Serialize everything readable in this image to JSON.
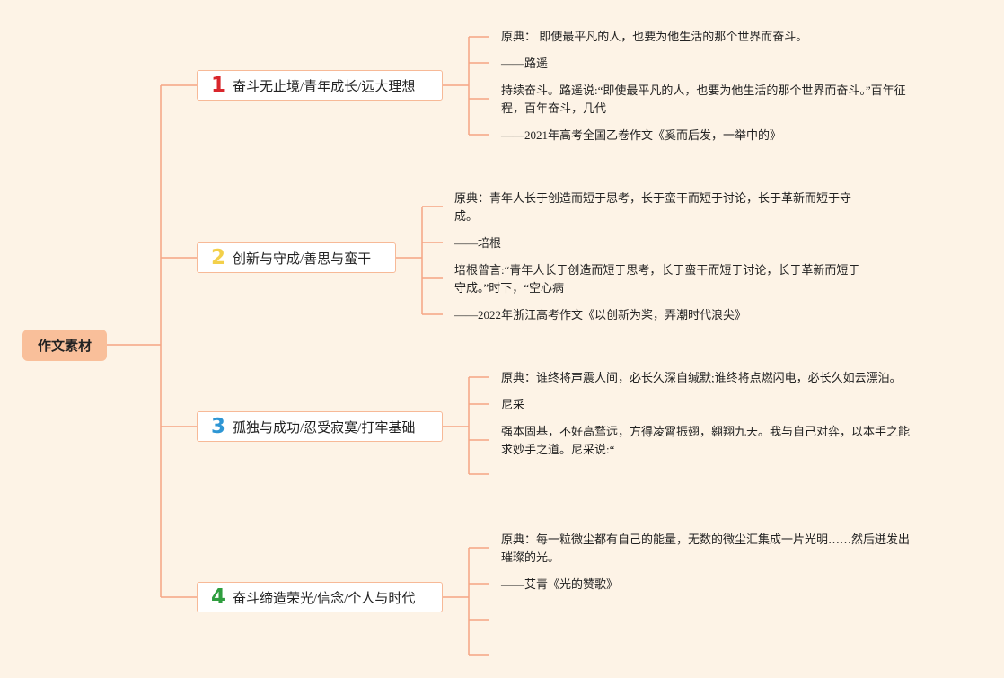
{
  "root": {
    "label": "作文素材"
  },
  "branches": [
    {
      "number": "1",
      "number_color": "#d9262c",
      "label": "奋斗无止境/青年成长/远大理想",
      "leaves": [
        {
          "lines": [
            "原典： 即使最平凡的人，也要为他生活的那个世界而奋斗。"
          ]
        },
        {
          "lines": [
            "——路遥"
          ]
        },
        {
          "lines": [
            "持续奋斗。路遥说:“即使最平凡的人，也要为他生活的那个世界而奋斗。”百年征",
            "程，百年奋斗，几代"
          ]
        },
        {
          "lines": [
            "——2021年高考全国乙卷作文《奚而后发，一举中的》"
          ]
        }
      ]
    },
    {
      "number": "2",
      "number_color": "#f3d04a",
      "label": "创新与守成/善思与蛮干",
      "leaves": [
        {
          "lines": [
            "原典：青年人长于创造而短于思考，长于蛮干而短于讨论，长于革新而短于守",
            "成。"
          ]
        },
        {
          "lines": [
            "——培根"
          ]
        },
        {
          "lines": [
            "培根曾言:“青年人长于创造而短于思考，长于蛮干而短于讨论，长于革新而短于",
            "守成。”时下，“空心病"
          ]
        },
        {
          "lines": [
            "——2022年浙江高考作文《以创新为桨，弄潮时代浪尖》"
          ]
        }
      ]
    },
    {
      "number": "3",
      "number_color": "#2e96d4",
      "label": "孤独与成功/忍受寂寞/打牢基础",
      "leaves": [
        {
          "lines": [
            "原典：谁终将声震人间，必长久深自缄默;谁终将点燃闪电，必长久如云漂泊。"
          ]
        },
        {
          "lines": [
            "尼采"
          ]
        },
        {
          "lines": [
            "强本固基，不好高骛远，方得凌霄振翅，翱翔九天。我与自己对弈，以本手之能",
            "求妙手之道。尼采说:“"
          ]
        },
        {
          "lines": []
        }
      ]
    },
    {
      "number": "4",
      "number_color": "#2f9e3f",
      "label": "奋斗缔造荣光/信念/个人与时代",
      "leaves": [
        {
          "lines": [
            "原典：每一粒微尘都有自己的能量，无数的微尘汇集成一片光明……然后迸发出",
            "璀璨的光。"
          ]
        },
        {
          "lines": [
            "——艾青《光的赞歌》"
          ]
        },
        {
          "lines": []
        },
        {
          "lines": []
        }
      ]
    }
  ]
}
